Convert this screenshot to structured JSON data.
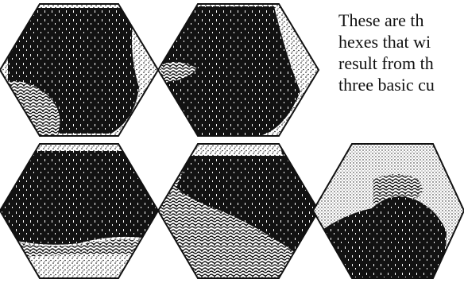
{
  "caption_lines": [
    "These are th",
    "hexes that wi",
    "result from th",
    "three basic cu"
  ],
  "colors": {
    "ink": "#111111",
    "paper": "#ffffff"
  }
}
